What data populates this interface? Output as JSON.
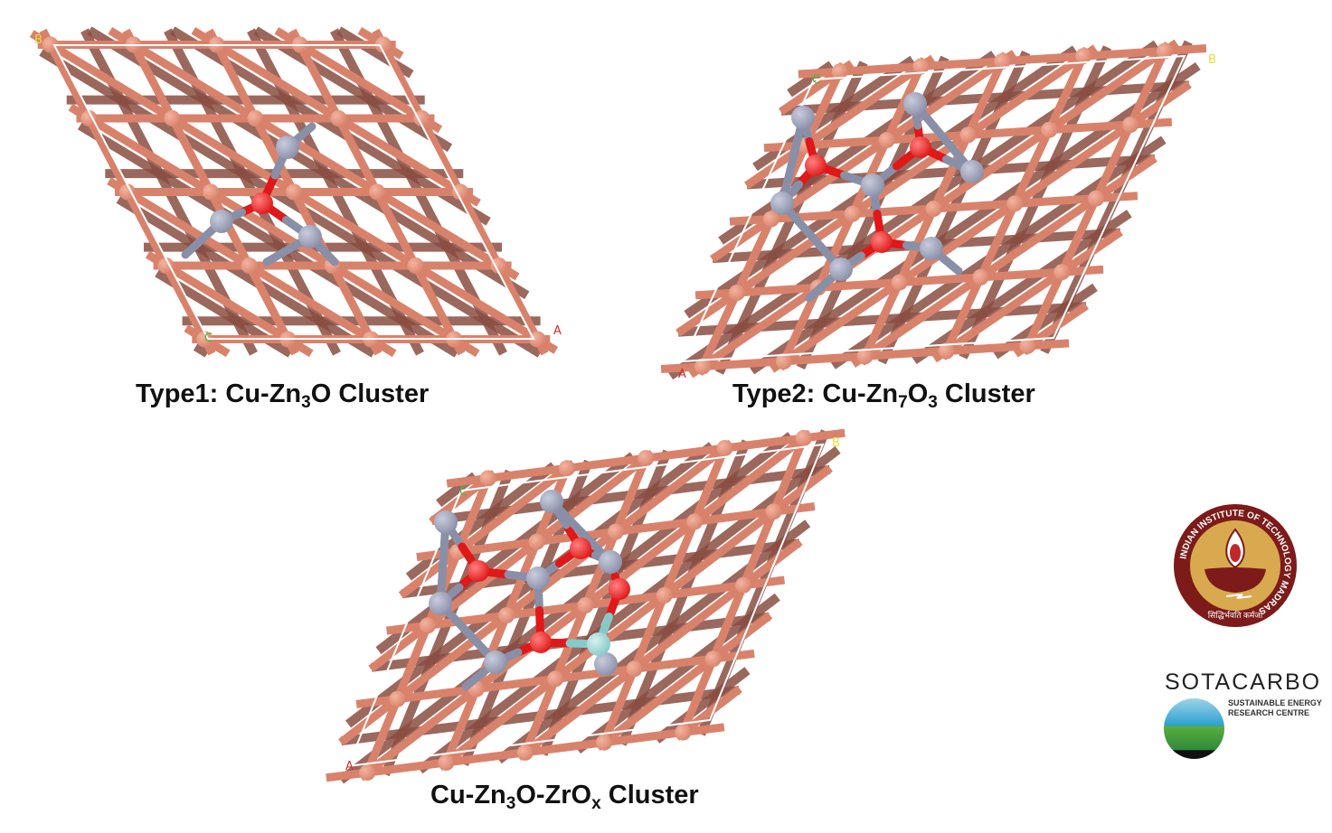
{
  "panels": [
    {
      "id": "type1",
      "caption": {
        "prefix": "Type1: Cu-Zn",
        "sub1": "3",
        "mid": "O",
        "sub2": "",
        "suffix": " Cluster"
      },
      "axis_labels": {
        "a": "A",
        "b": "B",
        "c": "C"
      }
    },
    {
      "id": "type2",
      "caption": {
        "prefix": "Type2: Cu-Zn",
        "sub1": "7",
        "mid": "O",
        "sub2": "3",
        "suffix": " Cluster"
      },
      "axis_labels": {
        "a": "A",
        "b": "B",
        "c": "C"
      }
    },
    {
      "id": "type3",
      "caption": {
        "prefix": "Cu-Zn",
        "sub1": "3",
        "mid": "O-ZrO",
        "sub2": "x",
        "suffix": " Cluster"
      },
      "axis_labels": {
        "a": "A",
        "b": "B",
        "c": "C"
      }
    }
  ],
  "logos": {
    "iitm": {
      "ring_text": "INDIAN INSTITUTE OF TECHNOLOGY MADRAS",
      "motto": "सिद्धिर्भवति कर्मजा"
    },
    "sotacarbo": {
      "name": "SOTACARBO",
      "tagline_1": "SUSTAINABLE ENERGY",
      "tagline_2": "RESEARCH CENTRE"
    }
  },
  "colors": {
    "cu": "#d9826b",
    "cu_dark": "#8a4e42",
    "zn": "#8a8fa8",
    "o": "#e01818",
    "zr": "#86c9c9"
  }
}
